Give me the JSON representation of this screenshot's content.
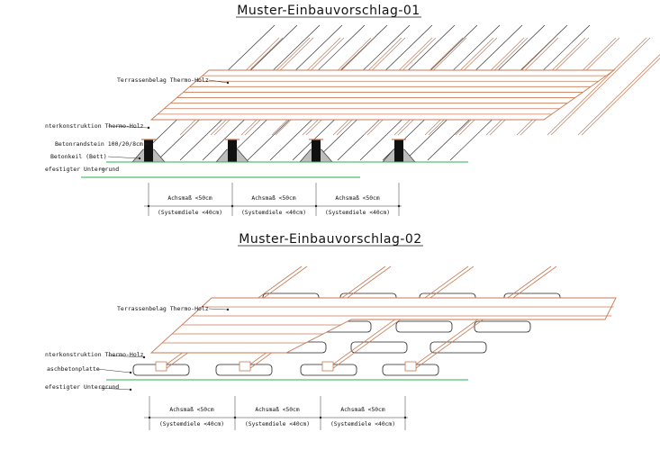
{
  "colors": {
    "wood": "#c77a55",
    "ground": "#22b34a",
    "ink": "#222222",
    "block": "#111111"
  },
  "variant1": {
    "title": "Muster-Einbauvorschlag-01",
    "labels": {
      "decking": "Terrassenbelag Thermo-Holz",
      "substructure": "nterkonstruktion Thermo-Holz",
      "curb_stone": "Betonrandstein 100/20/8cm",
      "concrete_wedge": "Betonkeil (Bett)",
      "subgrade": "efestigter Untergrund"
    },
    "dimensions": [
      {
        "axis": "Achsmaß <50cm",
        "system": "(Systemdiele <40cm)"
      },
      {
        "axis": "Achsmaß <50cm",
        "system": "(Systemdiele <40cm)"
      },
      {
        "axis": "Achsmaß <50cm",
        "system": "(Systemdiele <40cm)"
      }
    ]
  },
  "variant2": {
    "title": "Muster-Einbauvorschlag-02",
    "labels": {
      "decking": "Terrassenbelag Thermo-Holz",
      "substructure": "nterkonstruktion Thermo-Holz",
      "paver": "aschbetonplatte",
      "subgrade": "efestigter Untergrund"
    },
    "dimensions": [
      {
        "axis": "Achsmaß <50cm",
        "system": "(Systemdiele <40cm)"
      },
      {
        "axis": "Achsmaß <50cm",
        "system": "(Systemdiele <40cm)"
      },
      {
        "axis": "Achsmaß <50cm",
        "system": "(Systemdiele <40cm)"
      }
    ]
  }
}
